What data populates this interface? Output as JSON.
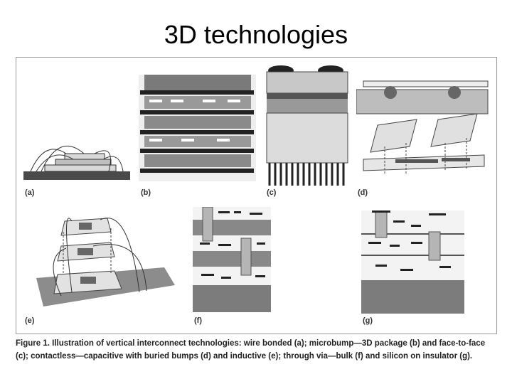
{
  "slide": {
    "title": "3D technologies"
  },
  "figure": {
    "panels": [
      {
        "id": "a",
        "label": "(a)"
      },
      {
        "id": "b",
        "label": "(b)"
      },
      {
        "id": "c",
        "label": "(c)"
      },
      {
        "id": "d",
        "label": "(d)"
      },
      {
        "id": "e",
        "label": "(e)"
      },
      {
        "id": "f",
        "label": "(f)"
      },
      {
        "id": "g",
        "label": "(g)"
      }
    ],
    "caption": {
      "number": "Figure 1.",
      "text": " Illustration of vertical interconnect technologies: wire bonded (a); microbump—3D package (b) and face-to-face (c); contactless—capacitive with buried bumps (d) and inductive (e); through via—bulk (f) and silicon on insulator (g)."
    }
  }
}
